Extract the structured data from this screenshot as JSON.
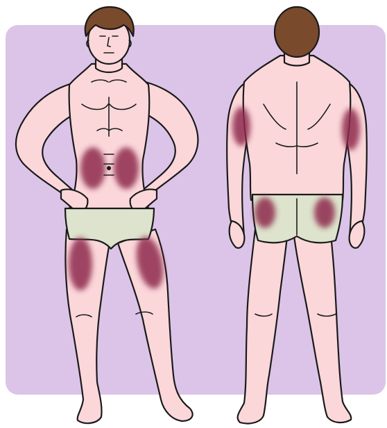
{
  "colors": {
    "background_panel": "#dcc4e8",
    "skin": "#fbd7da",
    "hair": "#7a4a2c",
    "underwear": "#dde3cc",
    "injection_zone": "#8e2c4e",
    "outline": "#1a1a1a"
  },
  "figures": [
    {
      "view": "front",
      "injection_zones": [
        "abdomen-left",
        "abdomen-right",
        "thigh-left",
        "thigh-right"
      ]
    },
    {
      "view": "back",
      "injection_zones": [
        "upper-arm-left",
        "upper-arm-right",
        "buttock-left",
        "buttock-right"
      ]
    }
  ]
}
